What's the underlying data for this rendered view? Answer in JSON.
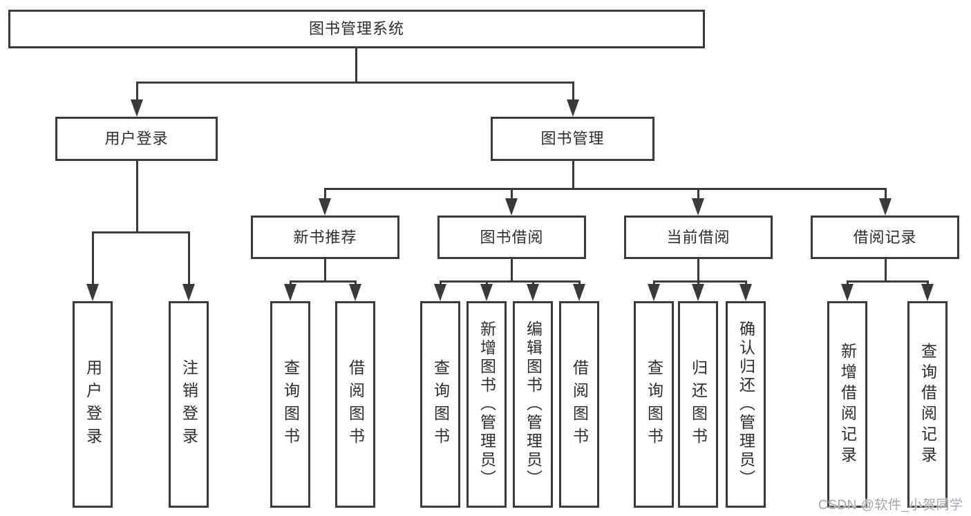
{
  "nodes": {
    "root": "图书管理系统",
    "user_login": "用户登录",
    "book_mgmt": "图书管理",
    "leaf_user_login": "用户登录",
    "leaf_logout": "注销登录",
    "new_book_rec": "新书推荐",
    "book_borrow": "图书借阅",
    "current_borrow": "当前借阅",
    "borrow_record": "借阅记录",
    "nb_query": "查询图书",
    "nb_borrow": "借阅图书",
    "bw_query": "查询图书",
    "bw_add": "新增图书（管理员）",
    "bw_edit": "编辑图书（管理员）",
    "bw_borrow": "借阅图书",
    "cur_query": "查询图书",
    "cur_return": "归还图书",
    "cur_confirm": "确认归还（管理员）",
    "rec_add": "新增借阅记录",
    "rec_query": "查询借阅记录"
  },
  "watermark": "CSDN @软件_小贺同学",
  "colors": {
    "line": "#3a3a3a",
    "text": "#2d2d2d",
    "watermark": "#a4a4ac",
    "background": "#ffffff"
  }
}
